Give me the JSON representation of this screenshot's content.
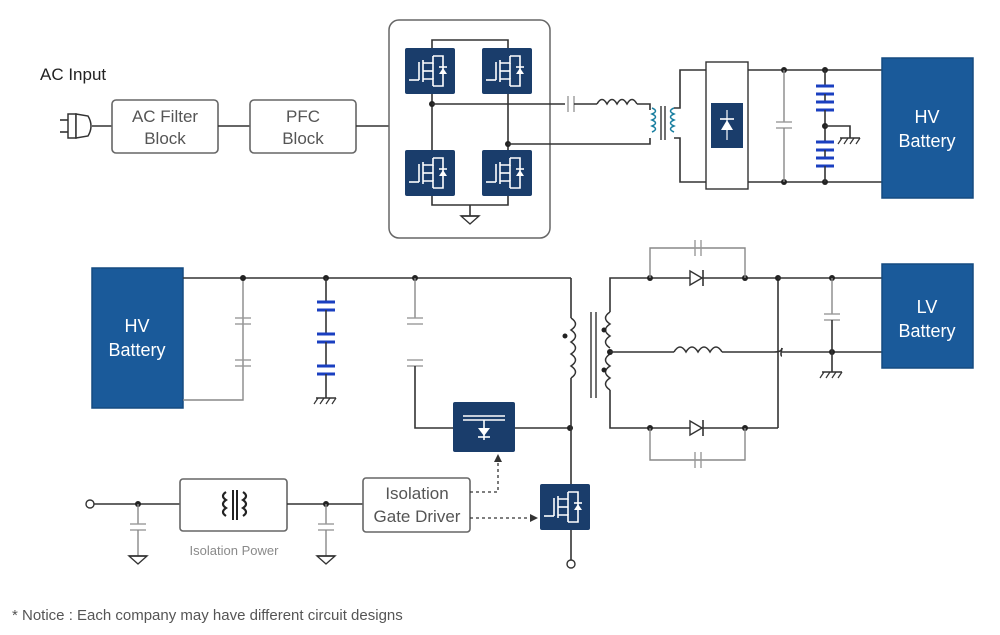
{
  "labels": {
    "ac_input": "AC Input",
    "ac_filter_line1": "AC Filter",
    "ac_filter_line2": "Block",
    "pfc_line1": "PFC",
    "pfc_line2": "Block",
    "hv_battery_top_line1": "HV",
    "hv_battery_top_line2": "Battery",
    "hv_battery_bottom_line1": "HV",
    "hv_battery_bottom_line2": "Battery",
    "lv_battery_line1": "LV",
    "lv_battery_line2": "Battery",
    "isolation_power": "Isolation Power",
    "isolation_gate_driver_line1": "Isolation",
    "isolation_gate_driver_line2": "Gate Driver",
    "notice": "* Notice :  Each company may have different circuit designs"
  },
  "colors": {
    "battery_fill": "#1a5a9a",
    "mosfet_fill": "#1a3d6b",
    "capacitor_accent": "#1a3fc0"
  },
  "icons": [
    "ac-plug-icon",
    "mosfet-icon",
    "diode-icon",
    "transformer-icon",
    "capacitor-icon",
    "inductor-icon",
    "ground-icon"
  ]
}
